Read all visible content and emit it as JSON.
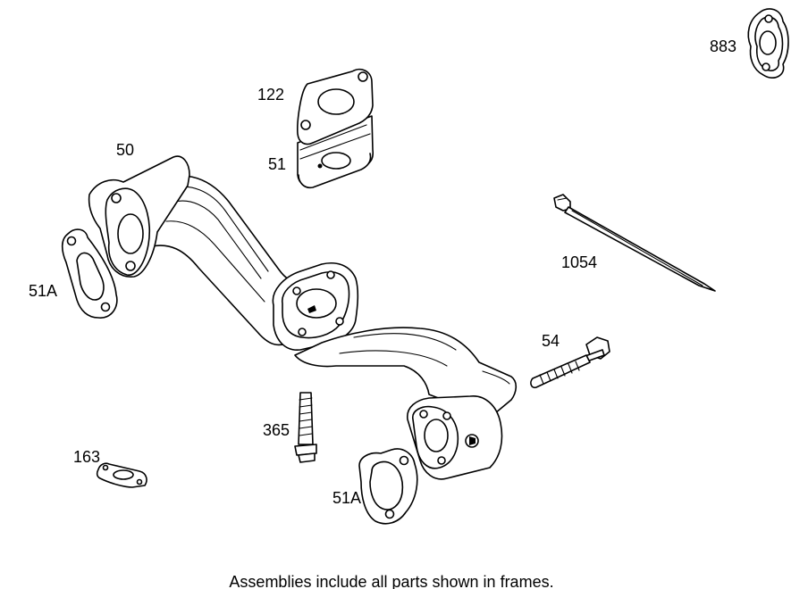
{
  "labels": {
    "p883": "883",
    "p122": "122",
    "p51": "51",
    "p50": "50",
    "p1054": "1054",
    "p51a_left": "51A",
    "p54": "54",
    "p365": "365",
    "p163": "163",
    "p51a_bottom": "51A"
  },
  "caption": "Assemblies include all parts shown in frames."
}
